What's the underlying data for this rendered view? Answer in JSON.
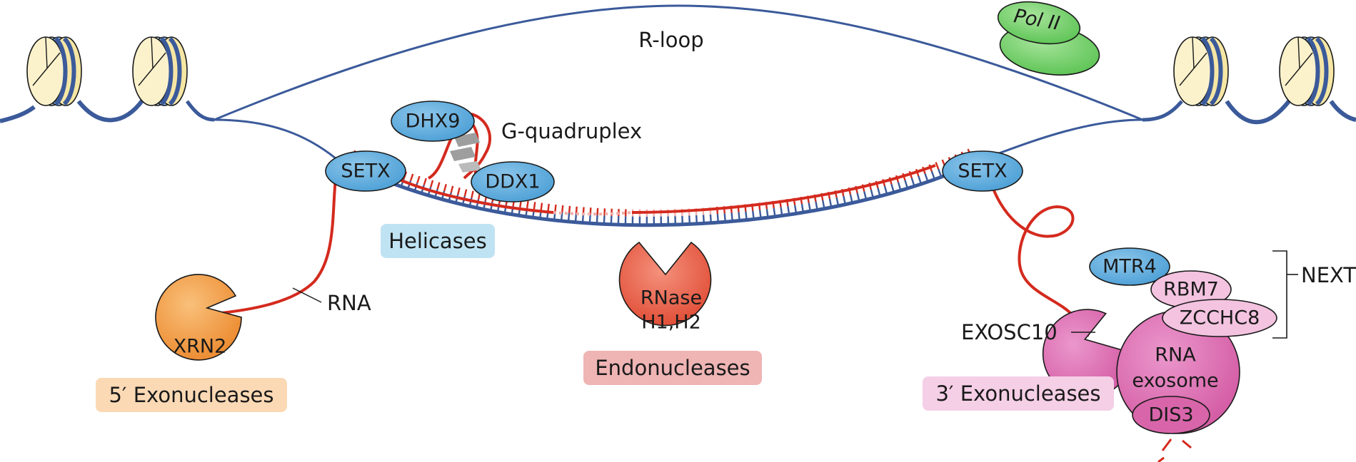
{
  "labels": {
    "r_loop": "R-loop",
    "pol_ii": "Pol II",
    "g_quadruplex": "G-quadruplex",
    "rna": "RNA",
    "next": "NEXT",
    "exosc10": "EXOSC10"
  },
  "proteins": {
    "dhx9": "DHX9",
    "ddx1": "DDX1",
    "setx_left": "SETX",
    "setx_right": "SETX",
    "xrn2": "XRN2",
    "rnase_line1": "RNase",
    "rnase_line2": "H1,H2",
    "mtr4": "MTR4",
    "rbm7": "RBM7",
    "zcchc8": "ZCCHC8",
    "exosome_line1": "RNA",
    "exosome_line2": "exosome",
    "dis3": "DIS3"
  },
  "categories": {
    "helicases": "Helicases",
    "exo5": "5′ Exonucleases",
    "endo": "Endonucleases",
    "exo3": "3′ Exonucleases"
  },
  "colors": {
    "dna": "#3b5a9a",
    "rna": "#d42a1e",
    "protein_blue": "#5aa9d9",
    "xrn2_orange": "#f0923a",
    "rnase_red": "#e4553e",
    "exosome_pink": "#d865aa",
    "pink_light": "#f3c3e0",
    "pol_green": "#73d06a",
    "nucleosome_yellow": "#f6e6a4",
    "nucleosome_blue": "#bcdcf0",
    "helicases_bg": "#bfe3f2",
    "exo5_bg": "#fbd9b5",
    "endo_bg": "#efb4b4",
    "exo3_bg": "#f5cfe6"
  }
}
